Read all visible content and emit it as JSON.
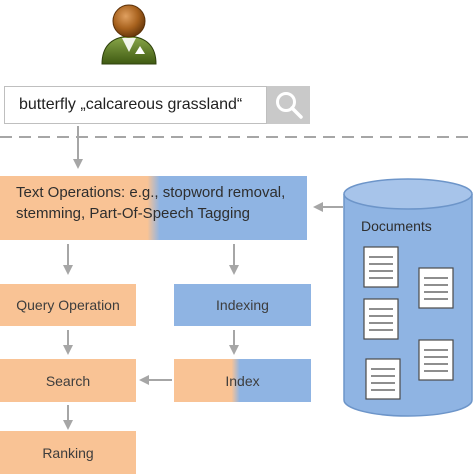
{
  "search": {
    "query": "butterfly „calcareous grassland“"
  },
  "diagram": {
    "text_operations": {
      "line1": "Text Operations: e.g., stopword removal,",
      "line2": "stemming, Part-Of-Speech Tagging"
    },
    "query_operation": "Query Operation",
    "indexing": "Indexing",
    "search": "Search",
    "index": "Index",
    "ranking": "Ranking",
    "documents": "Documents"
  },
  "colors": {
    "orange": "#f9c395",
    "blue": "#8fb4e3",
    "arrow": "#a6a6a6",
    "cylinder": "#8fb4e3"
  },
  "icons": {
    "user": "user-avatar-icon",
    "search": "magnifier-icon",
    "document": "document-icon"
  }
}
